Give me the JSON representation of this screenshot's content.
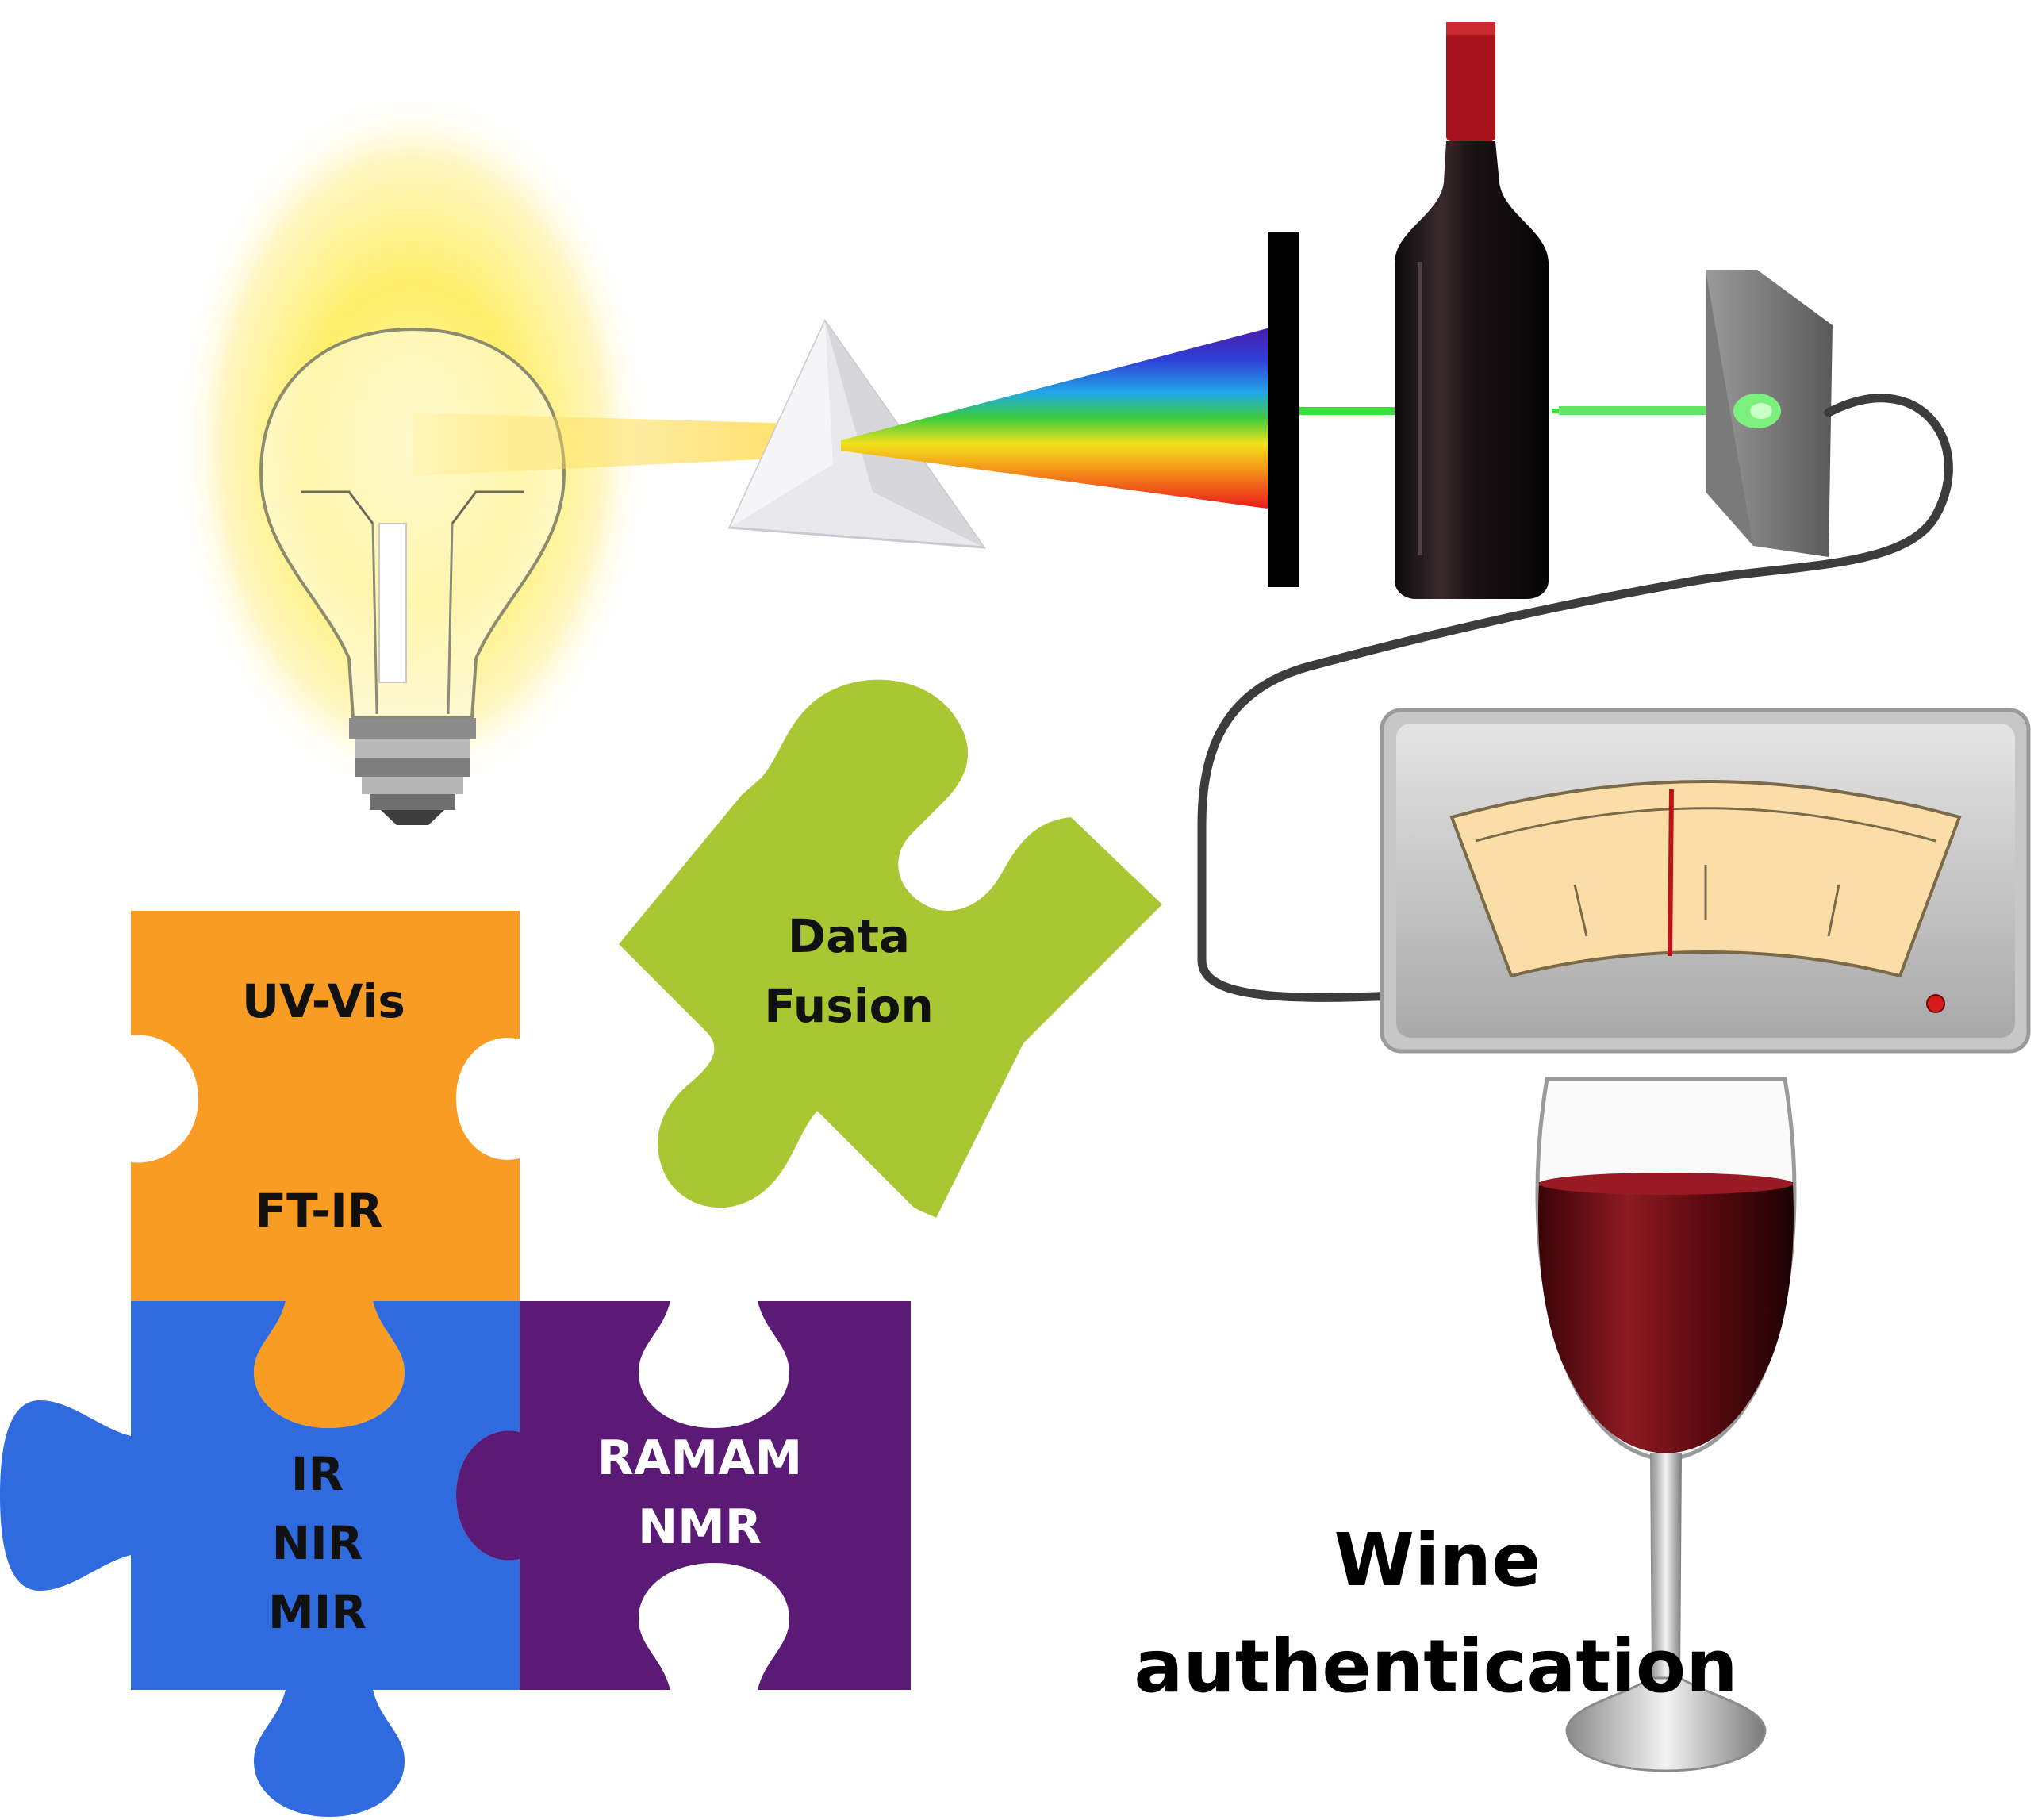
{
  "labels": {
    "uvvis": "UV-Vis",
    "ftir": "FT-IR",
    "ir": "IR",
    "nir": "NIR",
    "mir": "MIR",
    "raman": "RAMAM",
    "nmr": "NMR",
    "data": "Data",
    "fusion": "Fusion",
    "wine": "Wine",
    "authentication": "authentication"
  },
  "colors": {
    "orange_piece": "#F89C24",
    "blue_piece": "#2F6ADE",
    "purple_piece": "#5B1A75",
    "green_piece": "#A9C733",
    "wine_red": "#7A0F17",
    "meter_face": "#FBDDA8",
    "beam_green": "#39E03A"
  },
  "icons": [
    "light-bulb-icon",
    "prism-icon",
    "slit-icon",
    "wine-bottle-icon",
    "detector-icon",
    "cable-icon",
    "meter-icon",
    "wine-glass-icon"
  ]
}
